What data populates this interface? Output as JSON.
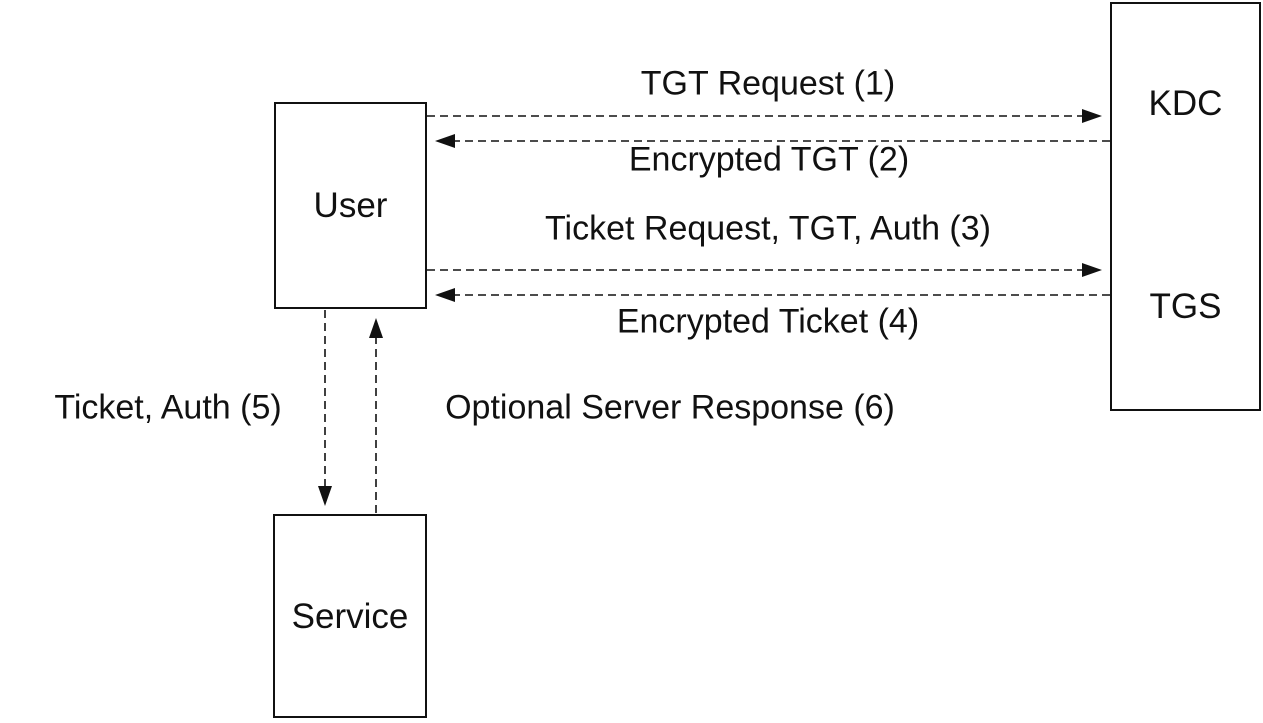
{
  "nodes": {
    "user": {
      "label": "User"
    },
    "kdc": {
      "label": "KDC"
    },
    "tgs": {
      "label": "TGS"
    },
    "service": {
      "label": "Service"
    }
  },
  "messages": [
    {
      "step": 1,
      "label": "TGT Request (1)",
      "from": "User",
      "to": "KDC"
    },
    {
      "step": 2,
      "label": "Encrypted TGT (2)",
      "from": "KDC",
      "to": "User"
    },
    {
      "step": 3,
      "label": "Ticket Request, TGT, Auth (3)",
      "from": "User",
      "to": "TGS"
    },
    {
      "step": 4,
      "label": "Encrypted Ticket (4)",
      "from": "TGS",
      "to": "User"
    },
    {
      "step": 5,
      "label": "Ticket, Auth (5)",
      "from": "User",
      "to": "Service"
    },
    {
      "step": 6,
      "label": "Optional Server Response (6)",
      "from": "Service",
      "to": "User"
    }
  ],
  "colors": {
    "line": "#111111",
    "text": "#111111",
    "background": "#ffffff"
  }
}
